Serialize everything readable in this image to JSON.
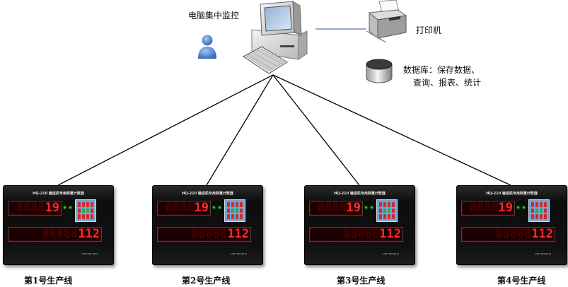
{
  "diagram": {
    "computer_label": "电脑集中监控",
    "printer_label": "打印机",
    "database_label_line1": "数据库：保存数据、",
    "database_label_line2": "查询、报表、统计",
    "colors": {
      "line": "#000000",
      "printer_link": "#5a6fd0",
      "led_red": "#ff2a2a",
      "led_green": "#2bd12b",
      "keypad": "#6fa5d4"
    },
    "controllers": [
      {
        "title": "HQ-210 输送机专用称重计数器",
        "top_value": "19",
        "bottom_value": "112",
        "phone": "136-7934-9210",
        "line_label": "第1号生产线"
      },
      {
        "title": "HQ-210 输送机专用称重计数器",
        "top_value": "19",
        "bottom_value": "112",
        "phone": "136-7934-9210",
        "line_label": "第2号生产线"
      },
      {
        "title": "HQ-210 输送机专用称重计数器",
        "top_value": "19",
        "bottom_value": "112",
        "phone": "136-7934-9210",
        "line_label": "第3号生产线"
      },
      {
        "title": "HQ-210 输送机专用称重计数器",
        "top_value": "19",
        "bottom_value": "112",
        "phone": "136-7934-9210",
        "line_label": "第4号生产线"
      }
    ]
  }
}
